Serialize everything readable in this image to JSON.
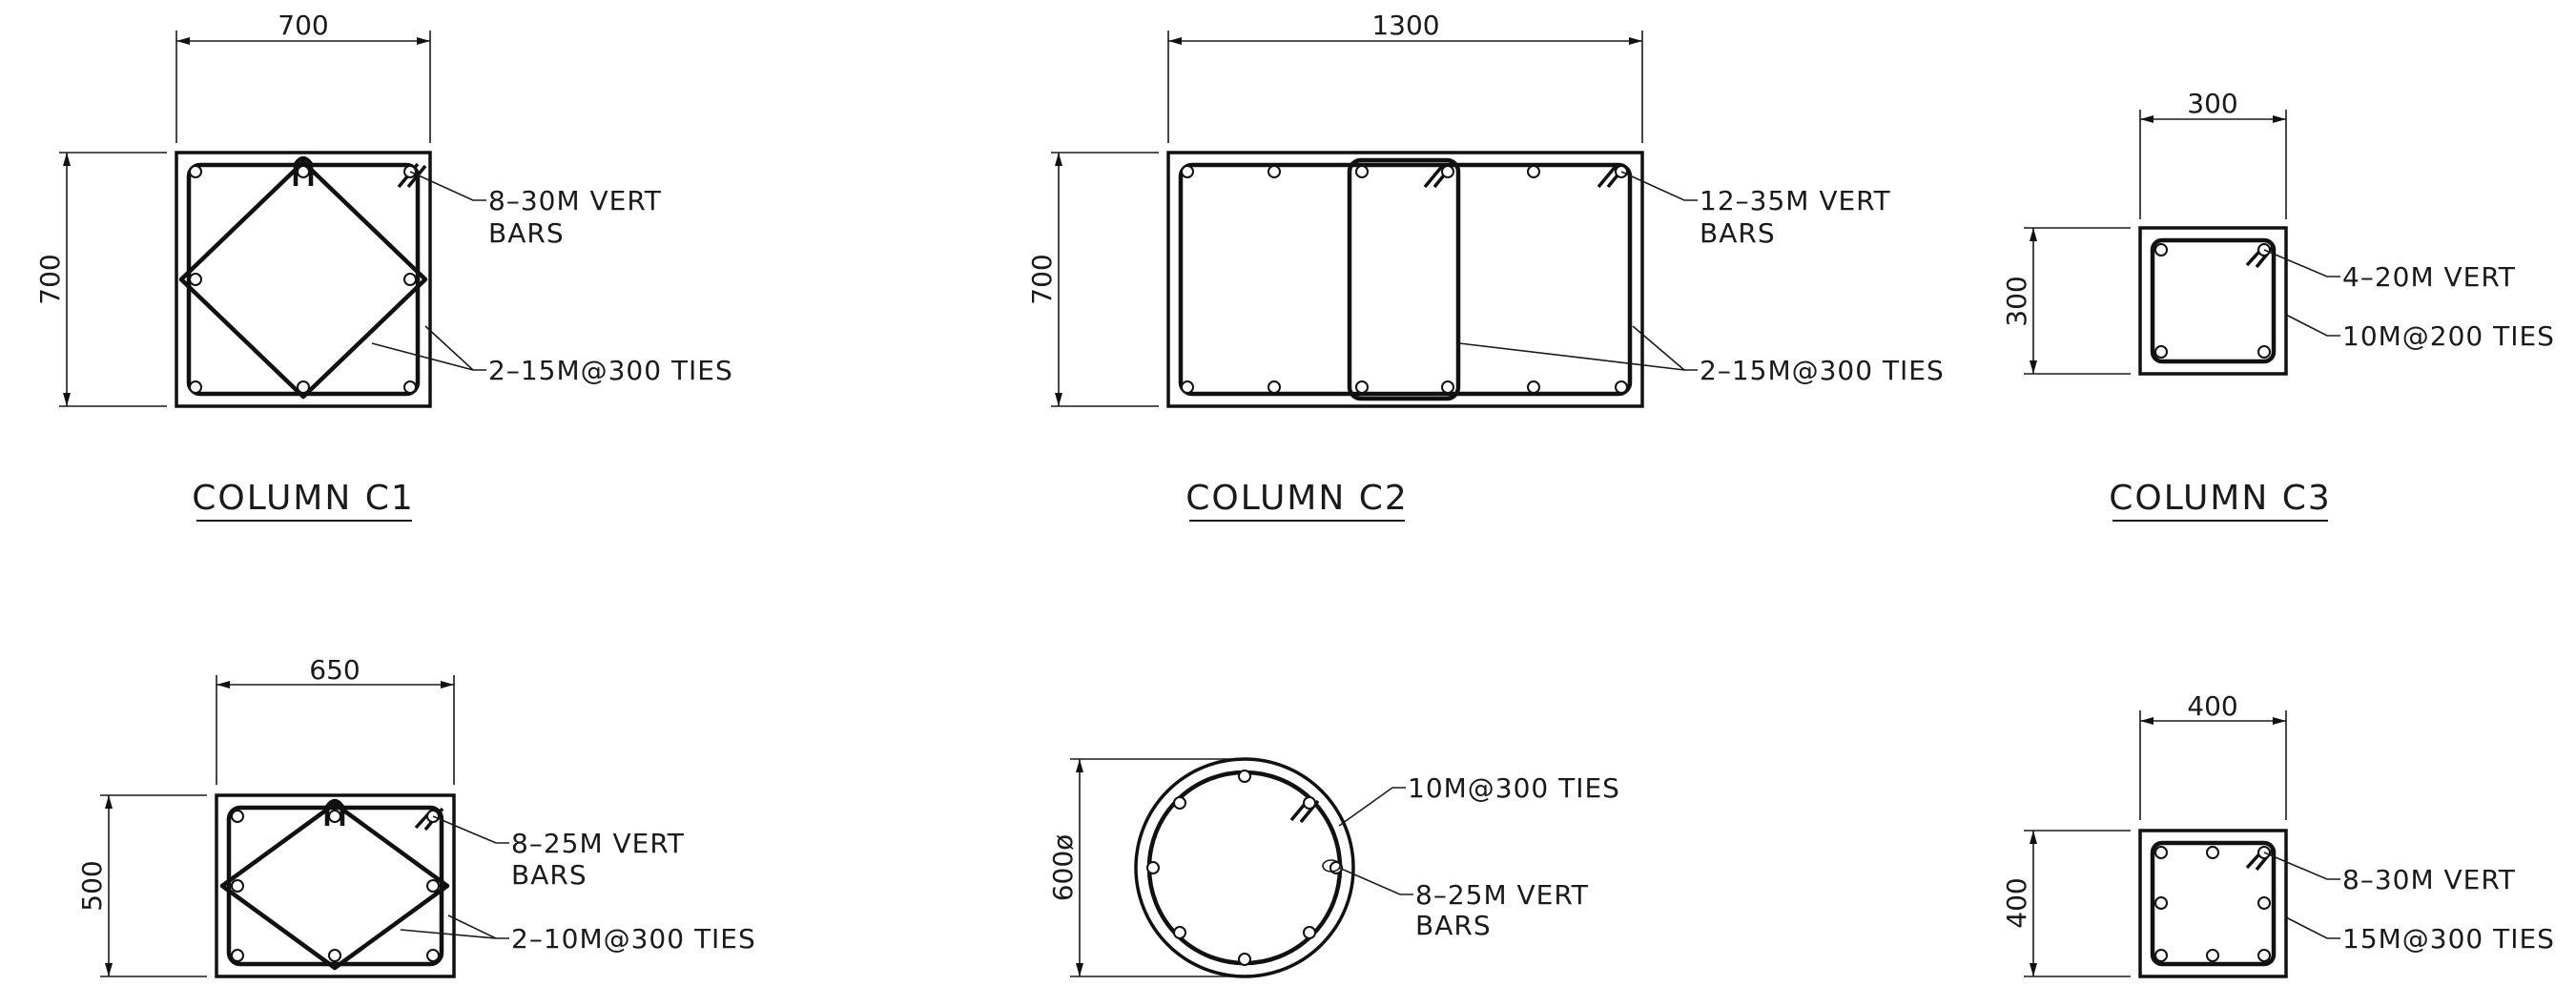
{
  "columns": {
    "c1": {
      "title": "COLUMN C1",
      "width_dim": "700",
      "height_dim": "700",
      "vert_bars_line1": "8–30M VERT",
      "vert_bars_line2": "BARS",
      "ties": "2–15M@300 TIES"
    },
    "c2": {
      "title": "COLUMN C2",
      "width_dim": "1300",
      "height_dim": "700",
      "vert_bars_line1": "12–35M VERT",
      "vert_bars_line2": "BARS",
      "ties": "2–15M@300 TIES"
    },
    "c3": {
      "title": "COLUMN C3",
      "width_dim": "300",
      "height_dim": "300",
      "vert_bars_line1": "4–20M VERT",
      "ties": "10M@200 TIES"
    },
    "c4": {
      "width_dim": "650",
      "height_dim": "500",
      "vert_bars_line1": "8–25M VERT",
      "vert_bars_line2": "BARS",
      "ties": "2–10M@300 TIES"
    },
    "c5": {
      "diameter_dim": "600ø",
      "ties": "10M@300 TIES",
      "vert_bars_line1": "8–25M VERT",
      "vert_bars_line2": "BARS"
    },
    "c6": {
      "width_dim": "400",
      "height_dim": "400",
      "vert_bars_line1": "8–30M VERT",
      "ties": "15M@300 TIES"
    }
  },
  "colors": {
    "ink": "#1a1a1a",
    "background": "#ffffff"
  }
}
